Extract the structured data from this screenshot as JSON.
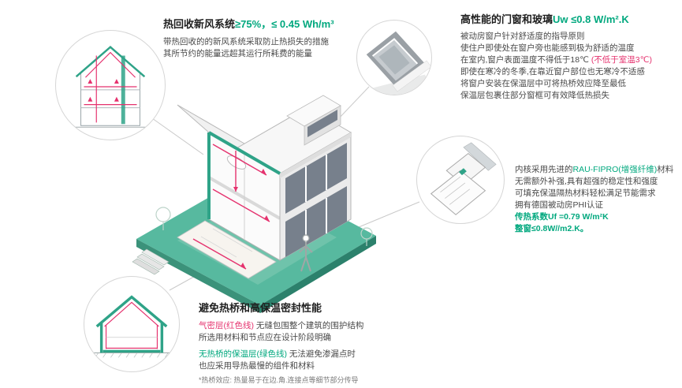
{
  "colors": {
    "accent_green": "#00a87e",
    "accent_pink": "#e5326e",
    "platform_teal": "#57b99f"
  },
  "heat_recovery": {
    "title_black": "热回收新风系统",
    "title_green": "≥75%，≤ 0.45 Wh/m³",
    "line1": "带热回收的的新风系统采取防止热损失的措施",
    "line2": "其所节约的能量远超其运行所耗费的能量"
  },
  "windows": {
    "title_black": "高性能的门窗和玻璃",
    "title_green": "Uw ≤0.8 W/m².K",
    "line1": "被动房窗户针对舒适度的指导原则",
    "line2": "使住户即使处在窗户旁也能感到极为舒适的温度",
    "line3_black": "在室内,窗户表面温度不得低于18℃ ",
    "line3_pink": "(不低于室温3℃)",
    "line4": "即使在寒冷的冬季,在靠近窗户部位也无寒冷不适感",
    "line5": "将窗户安装在保温层中可将热桥效应降至最低",
    "line6": "保温层包裹住部分窗框可有效降低热损失"
  },
  "frame_profile": {
    "line1_black": "内核采用先进的",
    "line1_green": "RAU-FIPRO(增强纤维)",
    "line1_black2": "材料",
    "line2": "无需额外补强,具有超强的稳定性和强度",
    "line3": "可填充保温隔热材料轻松满足节能需求",
    "line4": "拥有德国被动房PHI认证",
    "line5": "传热系数Uf =0.79 W/m²K",
    "line6": "整窗≤0.8W//m2.K。"
  },
  "thermal_bridge": {
    "title": "避免热桥和高保温密封性能",
    "line1_pink": "气密层(红色线)",
    "line1_rest": " 无缝包围整个建筑的围护结构",
    "line2": "所选用材料和节点应在设计阶段明确",
    "line3_green": "无热桥的保温层(绿色线)",
    "line3_rest": " 无法避免渗漏点时",
    "line4": "也应采用导热最慢的组件和材料",
    "footnote": "*热桥效应: 热量易于在边.角.连接点等细节部分传导"
  }
}
